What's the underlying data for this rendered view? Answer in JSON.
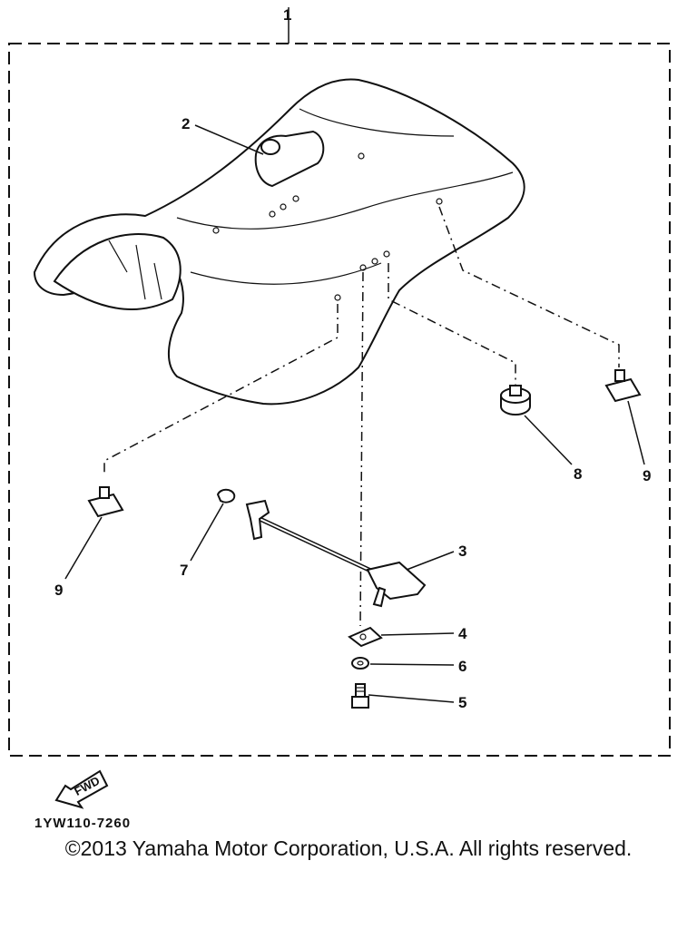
{
  "diagram": {
    "callouts": {
      "c1": "1",
      "c2": "2",
      "c3": "3",
      "c4": "4",
      "c5": "5",
      "c6": "6",
      "c7": "7",
      "c8": "8",
      "c9a": "9",
      "c9b": "9"
    },
    "fwd_label": "FWD",
    "drawing_code": "1YW110-7260"
  },
  "footer": {
    "copyright": "©2013 Yamaha Motor Corporation, U.S.A. All rights reserved."
  }
}
